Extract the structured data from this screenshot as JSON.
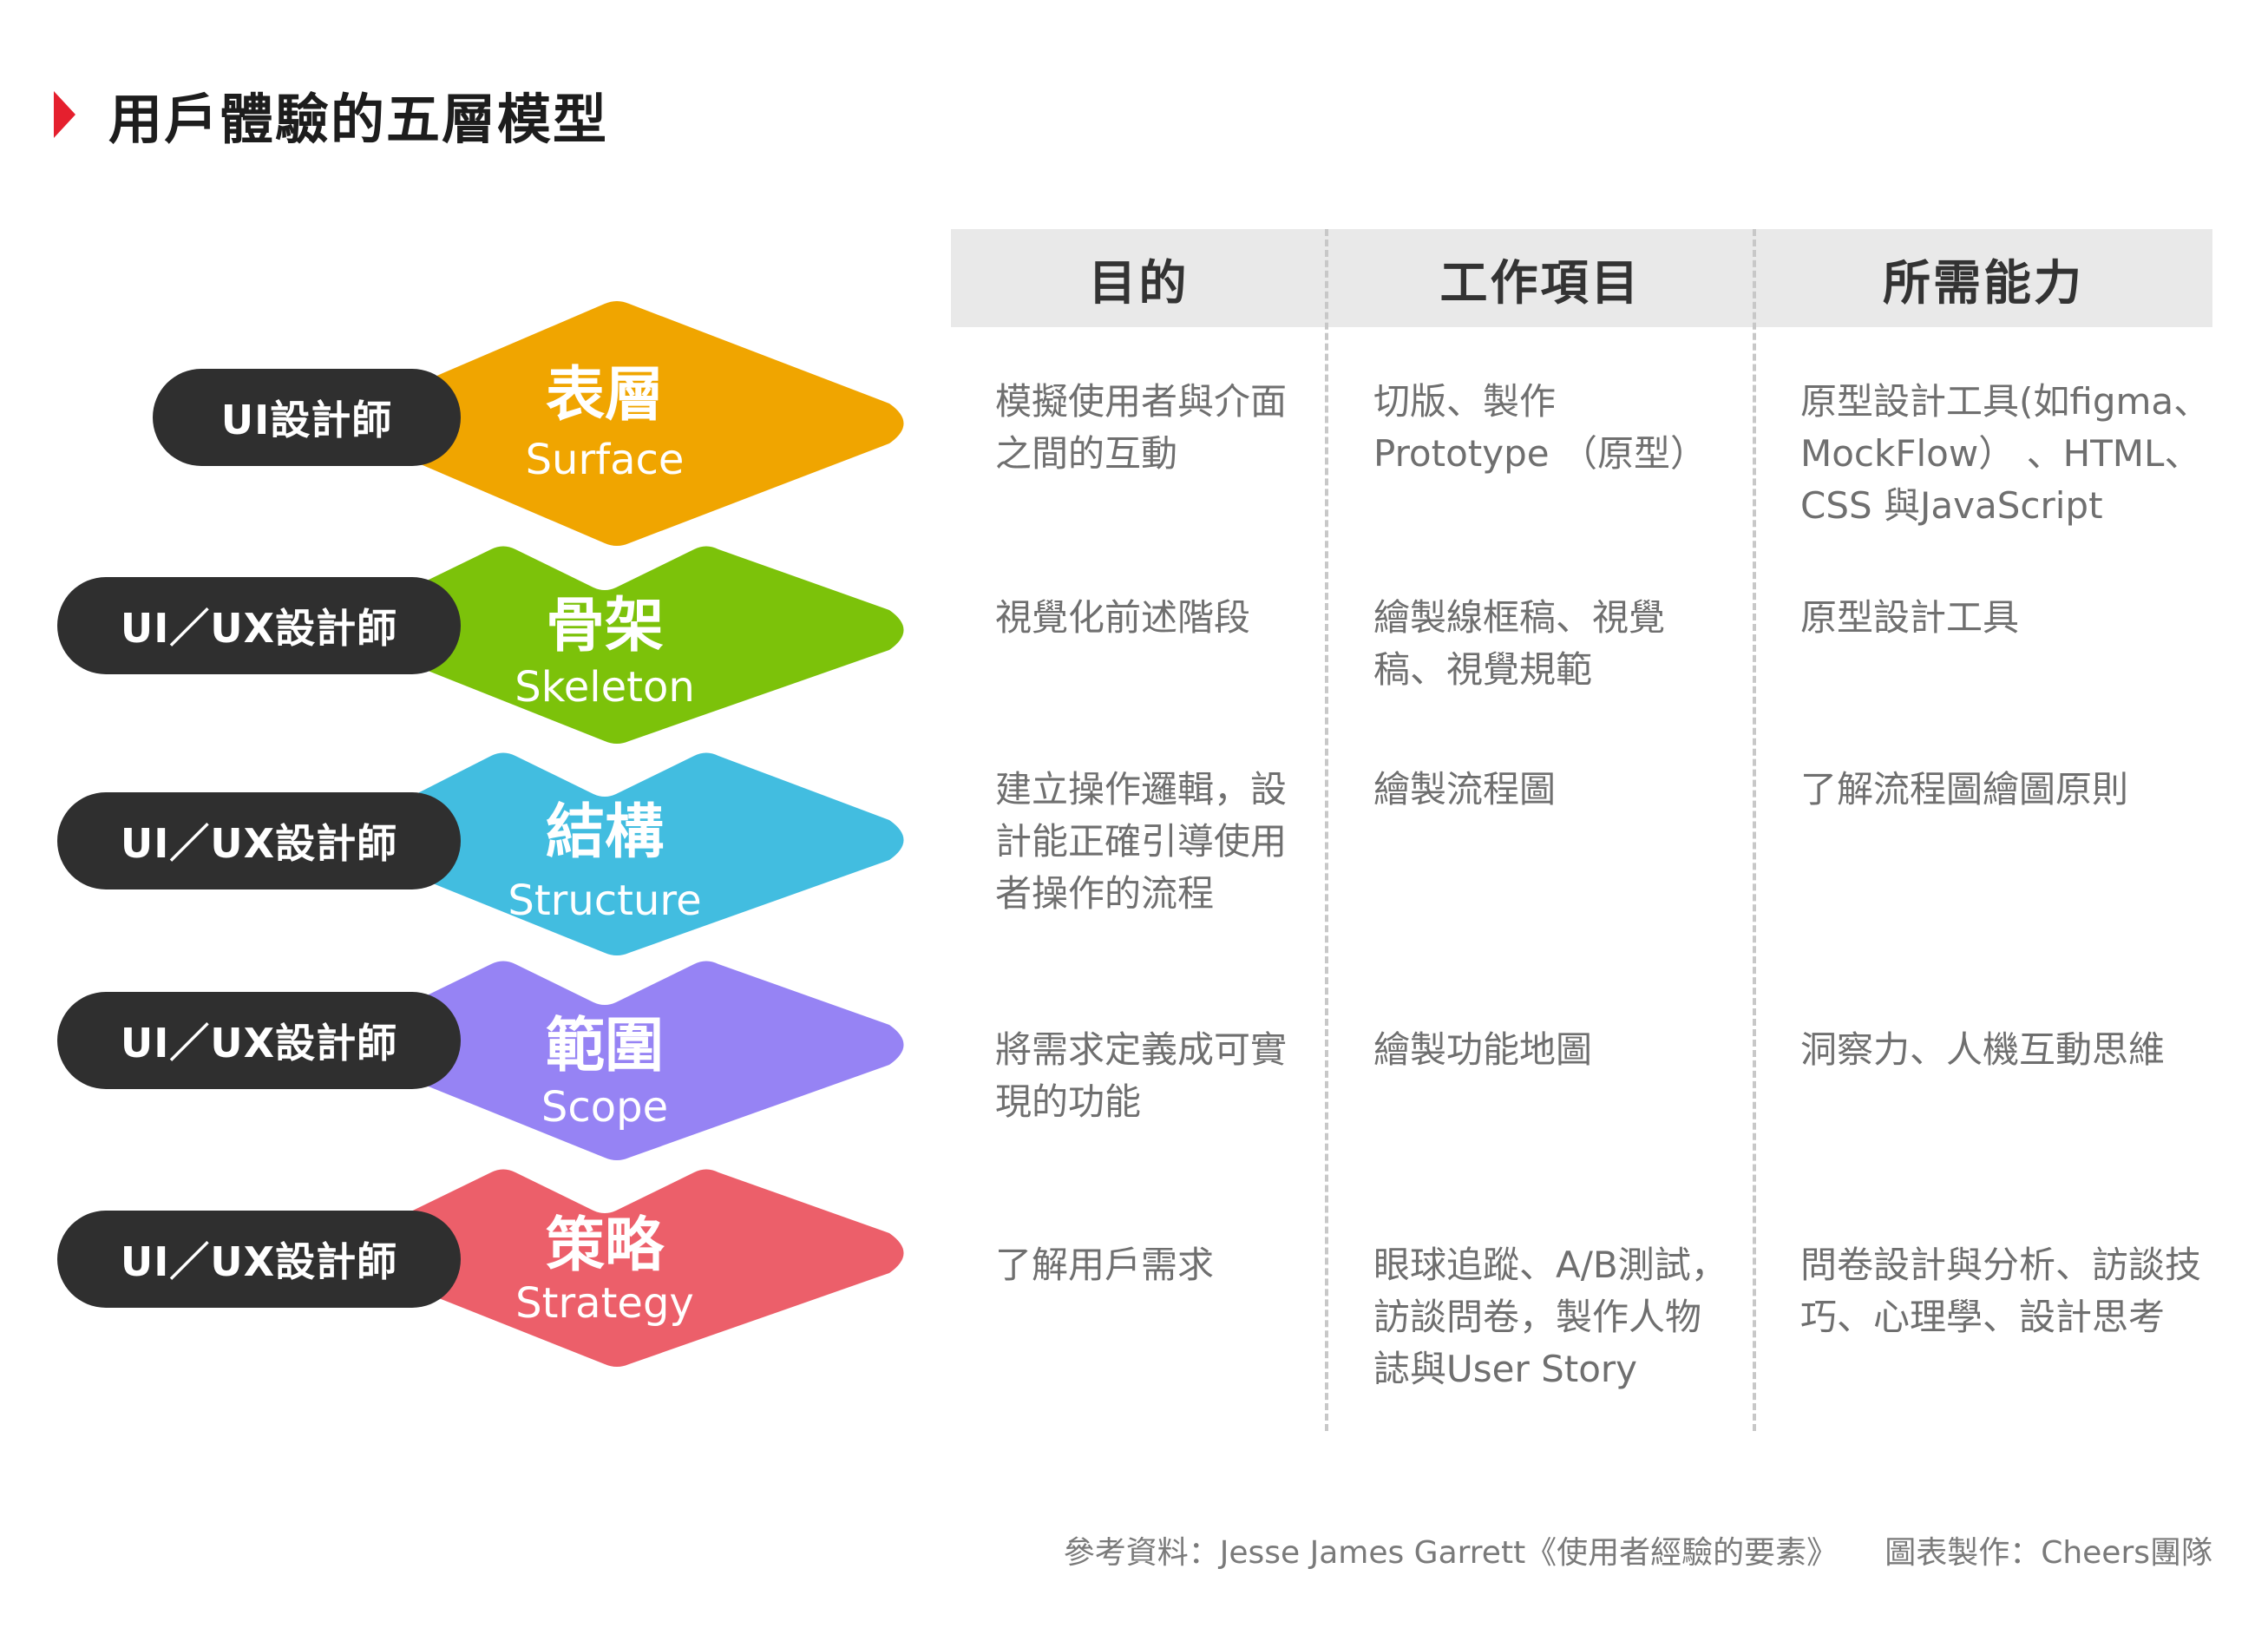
{
  "title": "用戶體驗的五層模型",
  "columns": [
    "目的",
    "工作項目",
    "所需能力"
  ],
  "layers": [
    {
      "zh": "表層",
      "en": "Surface",
      "color": "#f0a500",
      "role": "UI設計師",
      "purpose": [
        "模擬使用者與介面",
        "之間的互動"
      ],
      "work": [
        "切版、製作",
        "Prototype （原型）"
      ],
      "skills": [
        "原型設計工具(如figma、",
        "MockFlow） 、HTML、",
        "CSS 與JavaScript"
      ]
    },
    {
      "zh": "骨架",
      "en": "Skeleton",
      "color": "#7cc20a",
      "role": "UI／UX設計師",
      "purpose": [
        "視覺化前述階段"
      ],
      "work": [
        "繪製線框稿、視覺",
        "稿、視覺規範"
      ],
      "skills": [
        "原型設計工具"
      ]
    },
    {
      "zh": "結構",
      "en": "Structure",
      "color": "#42bde0",
      "role": "UI／UX設計師",
      "purpose": [
        "建立操作邏輯，設",
        "計能正確引導使用",
        "者操作的流程"
      ],
      "work": [
        "繪製流程圖"
      ],
      "skills": [
        "了解流程圖繪圖原則"
      ]
    },
    {
      "zh": "範圍",
      "en": "Scope",
      "color": "#9683f4",
      "role": "UI／UX設計師",
      "purpose": [
        "將需求定義成可實",
        "現的功能"
      ],
      "work": [
        "繪製功能地圖"
      ],
      "skills": [
        "洞察力、人機互動思維"
      ]
    },
    {
      "zh": "策略",
      "en": "Strategy",
      "color": "#ec5f6a",
      "role": "UI／UX設計師",
      "purpose": [
        "了解用戶需求"
      ],
      "work": [
        "眼球追蹤、A/B測試，",
        "訪談問卷，製作人物",
        "誌與User Story"
      ],
      "skills": [
        "問卷設計與分析、訪談技",
        "巧、心理學、設計思考"
      ]
    }
  ],
  "footer": {
    "reference": "參考資料：Jesse James Garrett《使用者經驗的要素》",
    "credit": "圖表製作：Cheers團隊"
  }
}
